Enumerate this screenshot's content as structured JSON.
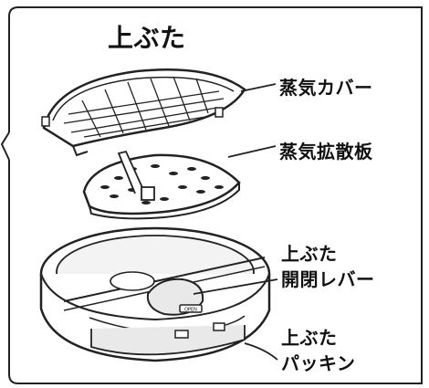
{
  "title": "上ぶた",
  "labels": {
    "steam_cover": "蒸気カバー",
    "steam_diffuser": "蒸気拡散板",
    "lid_lever_line1": "上ぶた",
    "lid_lever_line2": "開閉レバー",
    "lid_packing_line1": "上ぶた",
    "lid_packing_line2": "パッキン"
  },
  "lever_marking": "OPEN",
  "colors": {
    "line": "#222222",
    "fill": "#ffffff",
    "shade": "#e9e9e9"
  }
}
